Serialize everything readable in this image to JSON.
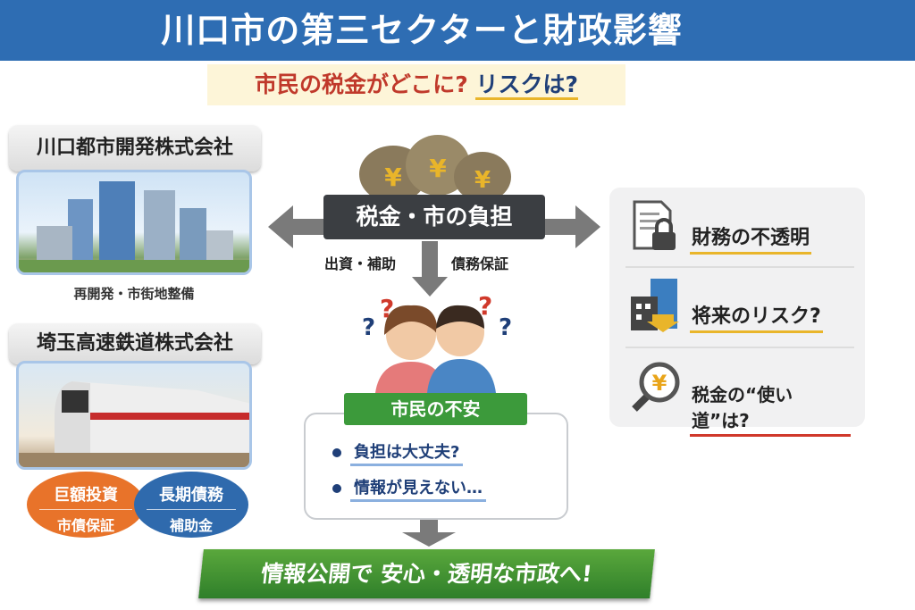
{
  "header": {
    "title": "川口市の第三セクターと財政影響"
  },
  "subtitle": {
    "part1": "市民の税金がどこに?",
    "part2": "リスクは?"
  },
  "left": {
    "company1": {
      "name": "川口都市開発株式会社",
      "caption": "再開発・市街地整備"
    },
    "company2": {
      "name": "埼玉高速鉄道株式会社",
      "badge_orange": {
        "main": "巨額投資",
        "sub": "市債保証"
      },
      "badge_blue": {
        "main": "長期債務",
        "sub": "補助金"
      }
    }
  },
  "center": {
    "burden": "税金・市の負担",
    "flow_left": "出資・補助",
    "flow_right": "債務保証",
    "anxiety_title": "市民の不安",
    "anxiety_items": [
      "負担は大丈夫?",
      "情報が見えない…"
    ],
    "yen": "¥",
    "qmark": "?"
  },
  "right": {
    "items": [
      {
        "label": "財務の不透明",
        "icon": "document-lock-icon",
        "underline": "#e9b52a"
      },
      {
        "label": "将来のリスク?",
        "icon": "building-down-arrow-icon",
        "underline": "#e9b52a"
      },
      {
        "label": "税金の“使い道”は?",
        "icon": "magnifier-yen-icon",
        "underline": "#d0392b"
      }
    ]
  },
  "footer": {
    "banner": "情報公開で 安心・透明な市政へ!"
  }
}
